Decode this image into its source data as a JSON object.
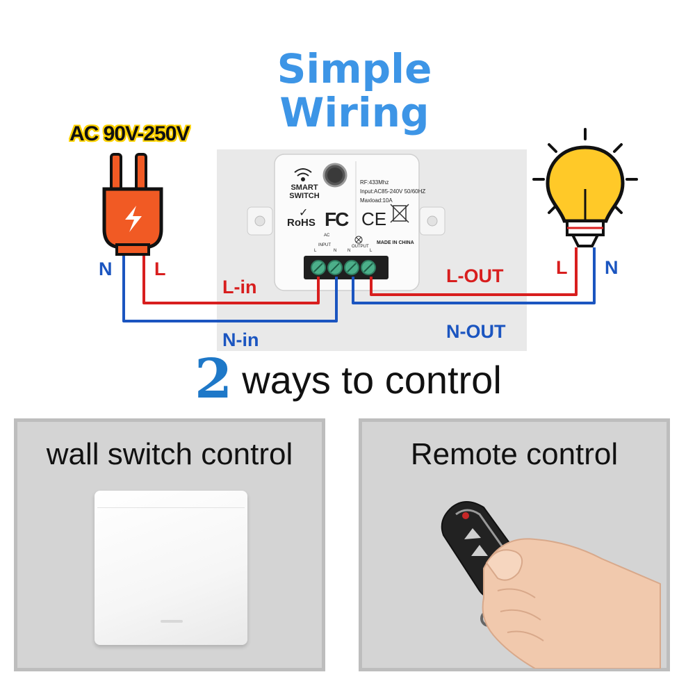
{
  "title": {
    "line1": "Simple",
    "line2": "Wiring"
  },
  "power": {
    "label": "AC 90V-250V",
    "n": "N",
    "l": "L"
  },
  "bulb": {
    "l": "L",
    "n": "N"
  },
  "module": {
    "brand_line1": "SMART",
    "brand_line2": "SWITCH",
    "rohs": "RoHS",
    "fcc": "FC",
    "ce": "CE",
    "rf": "RF:433Mhz",
    "input_spec": "Input:AC85-240V 50/60HZ",
    "maxload": "Maxload:10A",
    "ac": "AC",
    "input_label": "INPUT",
    "output_label": "OUTPUT",
    "made_in": "MADE IN CHINA",
    "terminals": [
      "L",
      "N",
      "N",
      "L"
    ]
  },
  "wires": {
    "l_in": "L-in",
    "n_in": "N-in",
    "l_out": "L-OUT",
    "n_out": "N-OUT"
  },
  "ways": {
    "number": "2",
    "text": "ways to control"
  },
  "panels": {
    "left_title": "wall switch control",
    "right_title": "Remote control"
  },
  "colors": {
    "title_blue": "#3d95e6",
    "wire_red": "#d81e1e",
    "wire_blue": "#1b55c0",
    "plug_orange": "#f15a24",
    "bulb_yellow": "#ffc928",
    "terminal_green": "#4caf8a"
  }
}
